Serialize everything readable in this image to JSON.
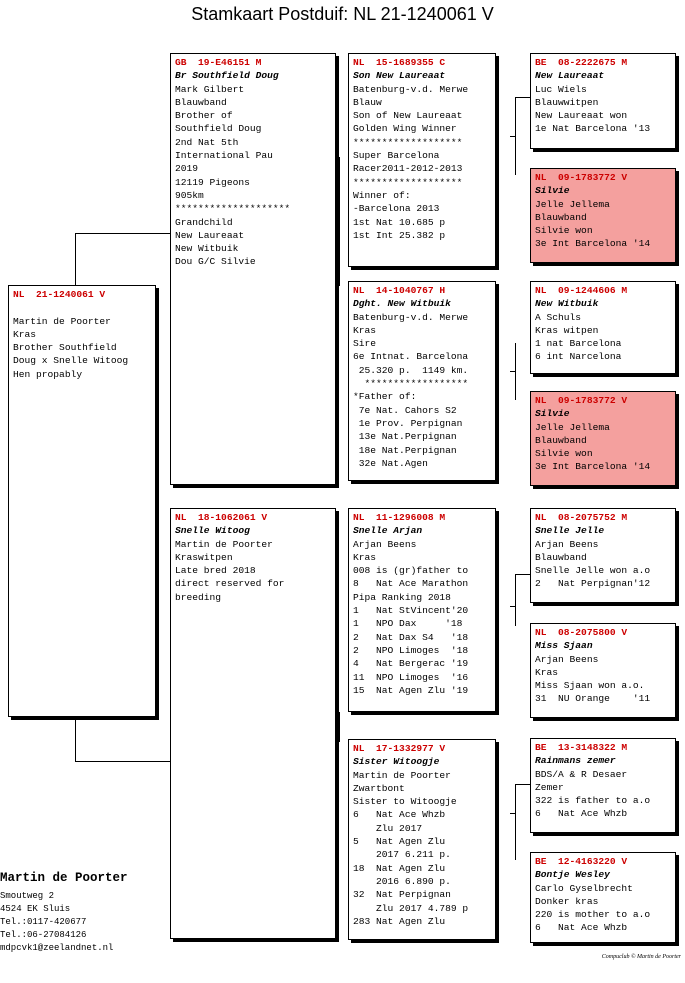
{
  "title": "Stamkaart Postduif: NL  21-1240061 V",
  "cards": {
    "subject": {
      "id": "NL  21-1240061 V",
      "name": "",
      "lines": [
        "",
        "Martin de Poorter",
        "Kras",
        "Brother Southfield",
        "Doug x Snelle Witoog",
        "Hen propably"
      ]
    },
    "sire": {
      "id": "GB  19-E46151 M",
      "name": "Br Southfield Doug",
      "lines": [
        "Mark Gilbert",
        "Blauwband",
        "Brother of",
        "Southfield Doug",
        "2nd Nat 5th",
        "International Pau",
        "2019",
        "12119 Pigeons",
        "905km",
        "********************",
        "Grandchild",
        "New Laureaat",
        "New Witbuik",
        "Dou G/C Silvie"
      ]
    },
    "dam": {
      "id": "NL  18-1062061 V",
      "name": "Snelle Witoog",
      "lines": [
        "Martin de Poorter",
        "Kraswitpen",
        "Late bred 2018",
        "direct reserved for",
        "breeding"
      ]
    },
    "ss": {
      "id": "NL  15-1689355 C",
      "name": "Son New Laureaat",
      "lines": [
        "Batenburg-v.d. Merwe",
        "Blauw",
        "Son of New Laureaat",
        "Golden Wing Winner",
        "*******************",
        "Super Barcelona",
        "Racer2011-2012-2013",
        "*******************",
        "Winner of:",
        "-Barcelona 2013",
        "1st Nat 10.685 p",
        "1st Int 25.382 p"
      ]
    },
    "sd": {
      "id": "NL  14-1040767 H",
      "name": "Dght. New Witbuik",
      "lines": [
        "Batenburg-v.d. Merwe",
        "Kras",
        "Sire",
        "6e Intnat. Barcelona",
        " 25.320 p.  1149 km.",
        "  ******************",
        "*Father of:",
        " 7e Nat. Cahors S2",
        " 1e Prov. Perpignan",
        " 13e Nat.Perpignan",
        " 18e Nat.Perpignan",
        " 32e Nat.Agen"
      ]
    },
    "ds": {
      "id": "NL  11-1296008 M",
      "name": "Snelle Arjan",
      "lines": [
        "Arjan Beens",
        "Kras",
        "008 is (gr)father to",
        "8   Nat Ace Marathon",
        "Pipa Ranking 2018",
        "1   Nat StVincent'20",
        "1   NPO Dax     '18",
        "2   Nat Dax S4   '18",
        "2   NPO Limoges  '18",
        "4   Nat Bergerac '19",
        "11  NPO Limoges  '16",
        "15  Nat Agen Zlu '19"
      ]
    },
    "dd": {
      "id": "NL  17-1332977 V",
      "name": "Sister Witoogje",
      "lines": [
        "Martin de Poorter",
        "Zwartbont",
        "Sister to Witoogje",
        "6   Nat Ace Whzb",
        "    Zlu 2017",
        "5   Nat Agen Zlu",
        "    2017 6.211 p.",
        "18  Nat Agen Zlu",
        "    2016 6.890 p.",
        "32  Nat Perpignan",
        "    Zlu 2017 4.789 p",
        "283 Nat Agen Zlu"
      ]
    },
    "sss": {
      "id": "BE  08-2222675 M",
      "name": "New Laureaat",
      "lines": [
        "Luc Wiels",
        "Blauwwitpen",
        "New Laureaat won",
        "1e Nat Barcelona '13"
      ]
    },
    "ssd": {
      "id": "NL  09-1783772 V",
      "name": "Silvie",
      "lines": [
        "Jelle Jellema",
        "Blauwband",
        "Silvie won",
        "3e Int Barcelona '14"
      ]
    },
    "sds": {
      "id": "NL  09-1244606 M",
      "name": "New Witbuik",
      "lines": [
        "A Schuls",
        "Kras witpen",
        "1 nat Barcelona",
        "6 int Narcelona"
      ]
    },
    "sdd": {
      "id": "NL  09-1783772 V",
      "name": "Silvie",
      "lines": [
        "Jelle Jellema",
        "Blauwband",
        "Silvie won",
        "3e Int Barcelona '14"
      ]
    },
    "dss": {
      "id": "NL  08-2075752 M",
      "name": "Snelle Jelle",
      "lines": [
        "Arjan Beens",
        "Blauwband",
        "Snelle Jelle won a.o",
        "2   Nat Perpignan'12"
      ]
    },
    "dsd": {
      "id": "NL  08-2075800 V",
      "name": "Miss Sjaan",
      "lines": [
        "Arjan Beens",
        "Kras",
        "Miss Sjaan won a.o.",
        "31  NU Orange    '11"
      ]
    },
    "dds": {
      "id": "BE  13-3148322 M",
      "name": "Rainmans zemer",
      "lines": [
        "BDS/A & R Desaer",
        "Zemer",
        "322 is father to a.o",
        "6   Nat Ace Whzb"
      ]
    },
    "ddd": {
      "id": "BE  12-4163220 V",
      "name": "Bontje Wesley",
      "lines": [
        "Carlo Gyselbrecht",
        "Donker kras",
        "220 is mother to a.o",
        "6   Nat Ace Whzb"
      ]
    }
  },
  "owner": {
    "name": "Martin de Poorter",
    "lines": [
      "Smoutweg 2",
      "4524 EK  Sluis",
      "Tel.:0117-420677",
      "Tel.:06-27084126",
      "mdpcvk1@zeelandnet.nl"
    ]
  },
  "footer": "Compuclub © Martin de Poorter",
  "colors": {
    "ring_id": "#cc0000",
    "highlight_card": "#f4a09e"
  }
}
